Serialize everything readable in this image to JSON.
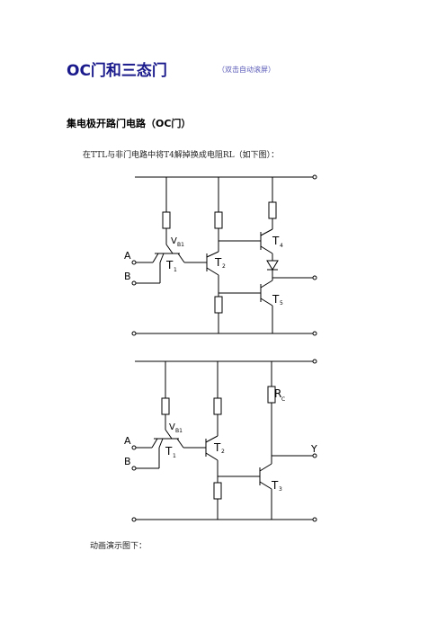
{
  "page": {
    "title": "OC门和三态门",
    "title_note": "（双击自动滚屏）",
    "section_heading": "集电极开路门电路（OC门）",
    "paragraph": "在TTL与非门电路中将T4解掉换成电阻RL（如下图）：",
    "caption": "动画演示图下："
  },
  "diagram1": {
    "input_a": "A",
    "input_b": "B",
    "t1": "T",
    "t1_sub": "1",
    "vb1": "V",
    "vb1_sub": "B1",
    "t2": "T",
    "t2_sub": "2",
    "t4": "T",
    "t4_sub": "4",
    "t5": "T",
    "t5_sub": "5"
  },
  "diagram2": {
    "input_a": "A",
    "input_b": "B",
    "t1": "T",
    "t1_sub": "1",
    "vb1": "V",
    "vb1_sub": "B1",
    "t2": "T",
    "t2_sub": "2",
    "rc": "R",
    "rc_sub": "C",
    "t3": "T",
    "t3_sub": "3",
    "output_y": "Y"
  },
  "colors": {
    "title": "#1a1a8c",
    "title_note": "#5a5ab8",
    "wire": "#000000"
  }
}
